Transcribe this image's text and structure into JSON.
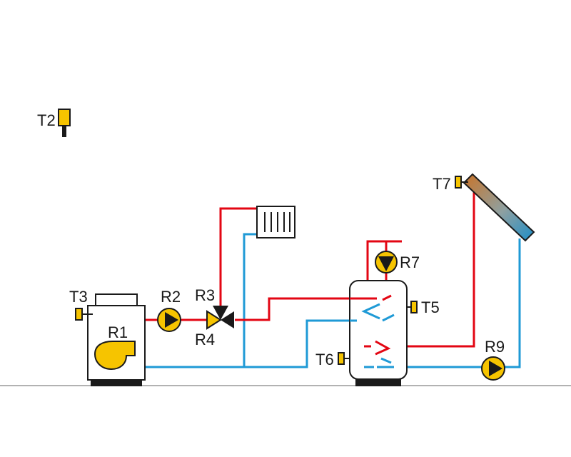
{
  "labels": {
    "t2": "T2",
    "t3": "T3",
    "r1": "R1",
    "r2": "R2",
    "r3": "R3",
    "r4": "R4",
    "r7": "R7",
    "t5": "T5",
    "t6": "T6",
    "t7": "T7",
    "r9": "R9"
  },
  "colors": {
    "supply": "#e30613",
    "return": "#1f9ad6",
    "sensor": "#f6c400",
    "outline": "#1a1a1a",
    "ground": "#999999"
  }
}
